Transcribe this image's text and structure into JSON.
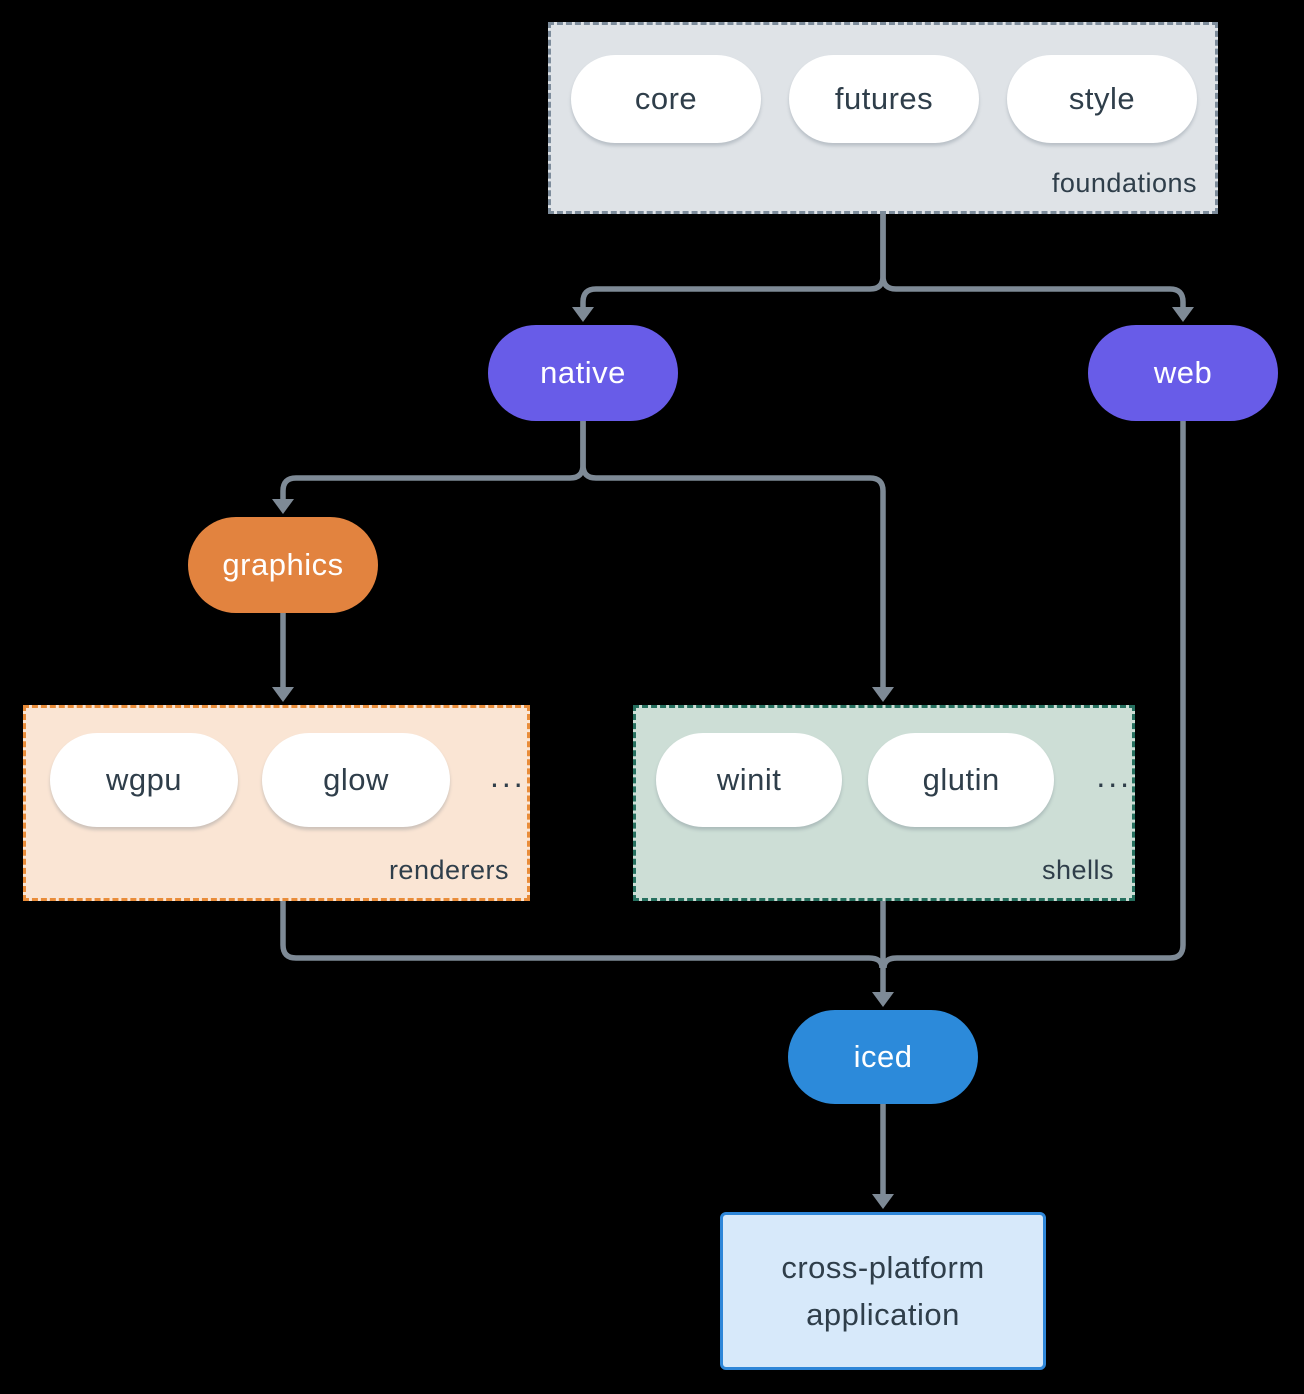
{
  "diagram": {
    "foundations": {
      "label": "foundations",
      "items": [
        "core",
        "futures",
        "style"
      ]
    },
    "native": {
      "label": "native"
    },
    "web": {
      "label": "web"
    },
    "graphics": {
      "label": "graphics"
    },
    "renderers": {
      "label": "renderers",
      "items": [
        "wgpu",
        "glow"
      ],
      "ellipsis": "..."
    },
    "shells": {
      "label": "shells",
      "items": [
        "winit",
        "glutin"
      ],
      "ellipsis": "..."
    },
    "iced": {
      "label": "iced"
    },
    "application": {
      "line1": "cross-platform",
      "line2": "application"
    }
  },
  "colors": {
    "background": "#000000",
    "purple": "#685ce8",
    "orange": "#e2833f",
    "orangeBorder": "#e98c39",
    "peach": "#fae5d4",
    "teal": "#26705f",
    "mint": "#cdded6",
    "grayFill": "#dfe3e7",
    "grayBorder": "#7d8c9b",
    "blue": "#2c8ada",
    "blueLight": "#d7e9fa",
    "blueBorder": "#2e86d8",
    "line": "#7e8a96",
    "textDark": "#2f3e4a",
    "textLight": "#ffffff"
  }
}
